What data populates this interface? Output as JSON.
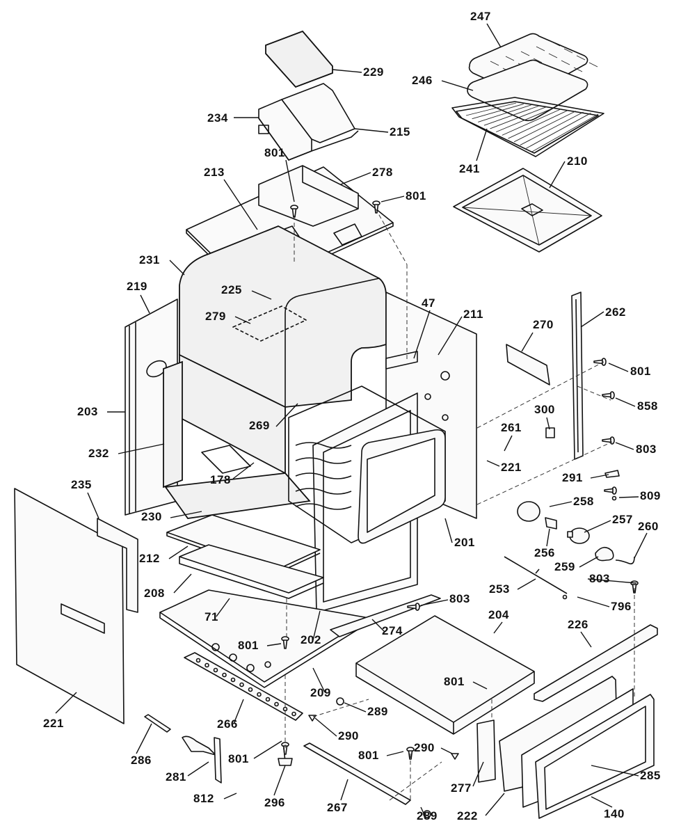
{
  "diagram": {
    "type": "exploded-parts-view",
    "subject": "range / oven body assembly",
    "labels": [
      {
        "id": "l229",
        "text": "229"
      },
      {
        "id": "l234",
        "text": "234"
      },
      {
        "id": "l215",
        "text": "215"
      },
      {
        "id": "l801a",
        "text": "801"
      },
      {
        "id": "l213",
        "text": "213"
      },
      {
        "id": "l278",
        "text": "278"
      },
      {
        "id": "l801b",
        "text": "801"
      },
      {
        "id": "l247",
        "text": "247"
      },
      {
        "id": "l246",
        "text": "246"
      },
      {
        "id": "l241",
        "text": "241"
      },
      {
        "id": "l210",
        "text": "210"
      },
      {
        "id": "l231",
        "text": "231"
      },
      {
        "id": "l219",
        "text": "219"
      },
      {
        "id": "l225",
        "text": "225"
      },
      {
        "id": "l279",
        "text": "279"
      },
      {
        "id": "l47",
        "text": "47"
      },
      {
        "id": "l211",
        "text": "211"
      },
      {
        "id": "l270",
        "text": "270"
      },
      {
        "id": "l262",
        "text": "262"
      },
      {
        "id": "l801c",
        "text": "801"
      },
      {
        "id": "l858",
        "text": "858"
      },
      {
        "id": "l300",
        "text": "300"
      },
      {
        "id": "l803a",
        "text": "803"
      },
      {
        "id": "l261",
        "text": "261"
      },
      {
        "id": "l221a",
        "text": "221"
      },
      {
        "id": "l203",
        "text": "203"
      },
      {
        "id": "l269",
        "text": "269"
      },
      {
        "id": "l232",
        "text": "232"
      },
      {
        "id": "l178",
        "text": "178"
      },
      {
        "id": "l291",
        "text": "291"
      },
      {
        "id": "l809",
        "text": "809"
      },
      {
        "id": "l258",
        "text": "258"
      },
      {
        "id": "l257",
        "text": "257"
      },
      {
        "id": "l260",
        "text": "260"
      },
      {
        "id": "l256",
        "text": "256"
      },
      {
        "id": "l259",
        "text": "259"
      },
      {
        "id": "l235",
        "text": "235"
      },
      {
        "id": "l230",
        "text": "230"
      },
      {
        "id": "l201",
        "text": "201"
      },
      {
        "id": "l212",
        "text": "212"
      },
      {
        "id": "l253",
        "text": "253"
      },
      {
        "id": "l803b",
        "text": "803"
      },
      {
        "id": "l796",
        "text": "796"
      },
      {
        "id": "l208",
        "text": "208"
      },
      {
        "id": "l803c",
        "text": "803"
      },
      {
        "id": "l71",
        "text": "71"
      },
      {
        "id": "l204",
        "text": "204"
      },
      {
        "id": "l226",
        "text": "226"
      },
      {
        "id": "l274",
        "text": "274"
      },
      {
        "id": "l202",
        "text": "202"
      },
      {
        "id": "l801d",
        "text": "801"
      },
      {
        "id": "l209",
        "text": "209"
      },
      {
        "id": "l801e",
        "text": "801"
      },
      {
        "id": "l289a",
        "text": "289"
      },
      {
        "id": "l266",
        "text": "266"
      },
      {
        "id": "l290a",
        "text": "290"
      },
      {
        "id": "l221b",
        "text": "221"
      },
      {
        "id": "l286",
        "text": "286"
      },
      {
        "id": "l801f",
        "text": "801"
      },
      {
        "id": "l801g",
        "text": "801"
      },
      {
        "id": "l290b",
        "text": "290"
      },
      {
        "id": "l277",
        "text": "277"
      },
      {
        "id": "l285",
        "text": "285"
      },
      {
        "id": "l281",
        "text": "281"
      },
      {
        "id": "l812",
        "text": "812"
      },
      {
        "id": "l296",
        "text": "296"
      },
      {
        "id": "l267",
        "text": "267"
      },
      {
        "id": "l289b",
        "text": "289"
      },
      {
        "id": "l222",
        "text": "222"
      },
      {
        "id": "l140",
        "text": "140"
      }
    ]
  }
}
